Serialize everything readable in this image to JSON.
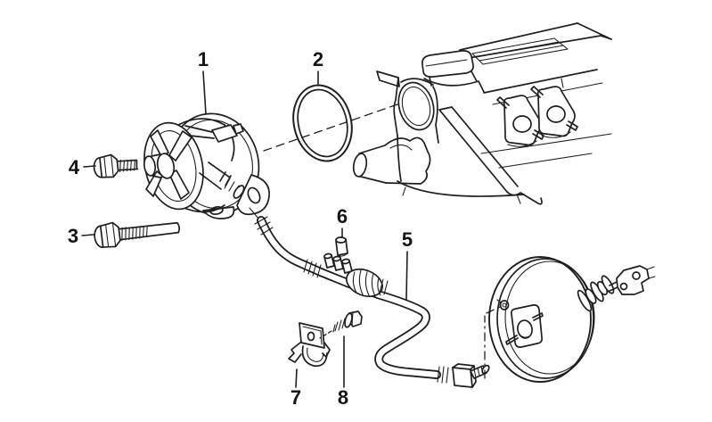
{
  "figure": {
    "type": "exploded-parts-diagram",
    "subject": "vacuum pump with hose connection to brake booster and cylinder head",
    "background_color": "#ffffff",
    "line_color": "#1f1f1f",
    "label_color": "#141414"
  },
  "callouts": [
    {
      "label": "1",
      "part": "vacuum-pump"
    },
    {
      "label": "2",
      "part": "o-ring"
    },
    {
      "label": "3",
      "part": "long-hex-bolt"
    },
    {
      "label": "4",
      "part": "short-hex-bolt"
    },
    {
      "label": "5",
      "part": "vacuum-hose"
    },
    {
      "label": "6",
      "part": "sealing-cap"
    },
    {
      "label": "7",
      "part": "holder-bracket"
    },
    {
      "label": "8",
      "part": "bracket-screw"
    }
  ]
}
